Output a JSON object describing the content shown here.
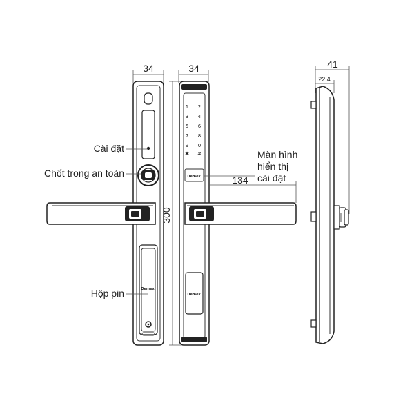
{
  "dimensions": {
    "front_width": "34",
    "back_width": "34",
    "side_depth": "41",
    "side_depth_inner": "22.4",
    "height": "300",
    "handle_length": "134"
  },
  "callouts": {
    "settings": "Cài đặt",
    "safety_latch": "Chốt trong an toàn",
    "battery_box": "Hộp pin",
    "display_line1": "Màn hình",
    "display_line2": "hiển thị",
    "display_line3": "cài đặt"
  },
  "keypad": [
    "1",
    "2",
    "3",
    "4",
    "5",
    "6",
    "7",
    "8",
    "9",
    "0"
  ],
  "brand": "Demex"
}
